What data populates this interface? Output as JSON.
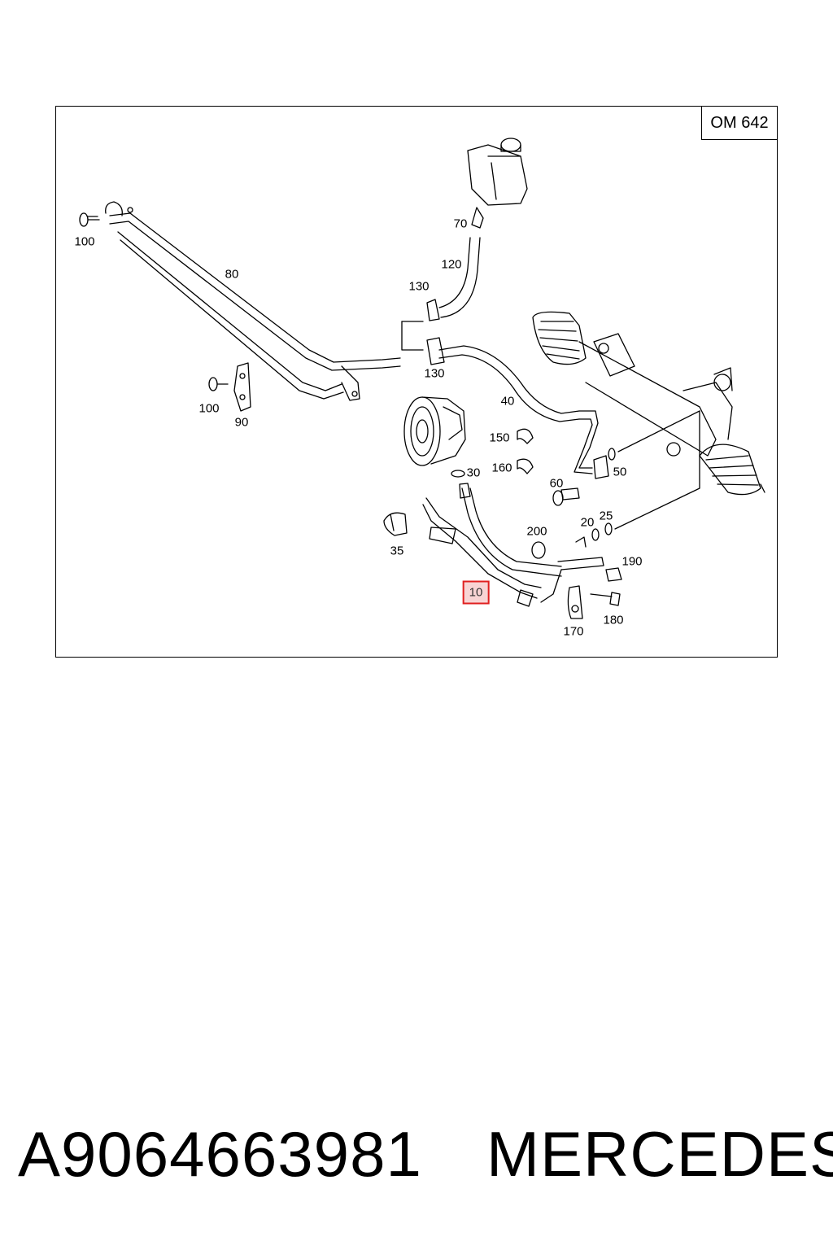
{
  "diagram": {
    "engine_code": "OM 642",
    "callouts": [
      {
        "id": "100a",
        "label": "100"
      },
      {
        "id": "80",
        "label": "80"
      },
      {
        "id": "70",
        "label": "70"
      },
      {
        "id": "120",
        "label": "120"
      },
      {
        "id": "130a",
        "label": "130"
      },
      {
        "id": "130b",
        "label": "130"
      },
      {
        "id": "100b",
        "label": "100"
      },
      {
        "id": "90",
        "label": "90"
      },
      {
        "id": "40",
        "label": "40"
      },
      {
        "id": "150",
        "label": "150"
      },
      {
        "id": "160",
        "label": "160"
      },
      {
        "id": "30",
        "label": "30"
      },
      {
        "id": "60",
        "label": "60"
      },
      {
        "id": "50",
        "label": "50"
      },
      {
        "id": "200",
        "label": "200"
      },
      {
        "id": "20",
        "label": "20"
      },
      {
        "id": "25",
        "label": "25"
      },
      {
        "id": "35",
        "label": "35"
      },
      {
        "id": "190",
        "label": "190"
      },
      {
        "id": "10",
        "label": "10"
      },
      {
        "id": "170",
        "label": "170"
      },
      {
        "id": "180",
        "label": "180"
      }
    ],
    "highlighted": "10"
  },
  "footer": {
    "part_number": "A9064663981",
    "brand": "MERCEDES"
  }
}
